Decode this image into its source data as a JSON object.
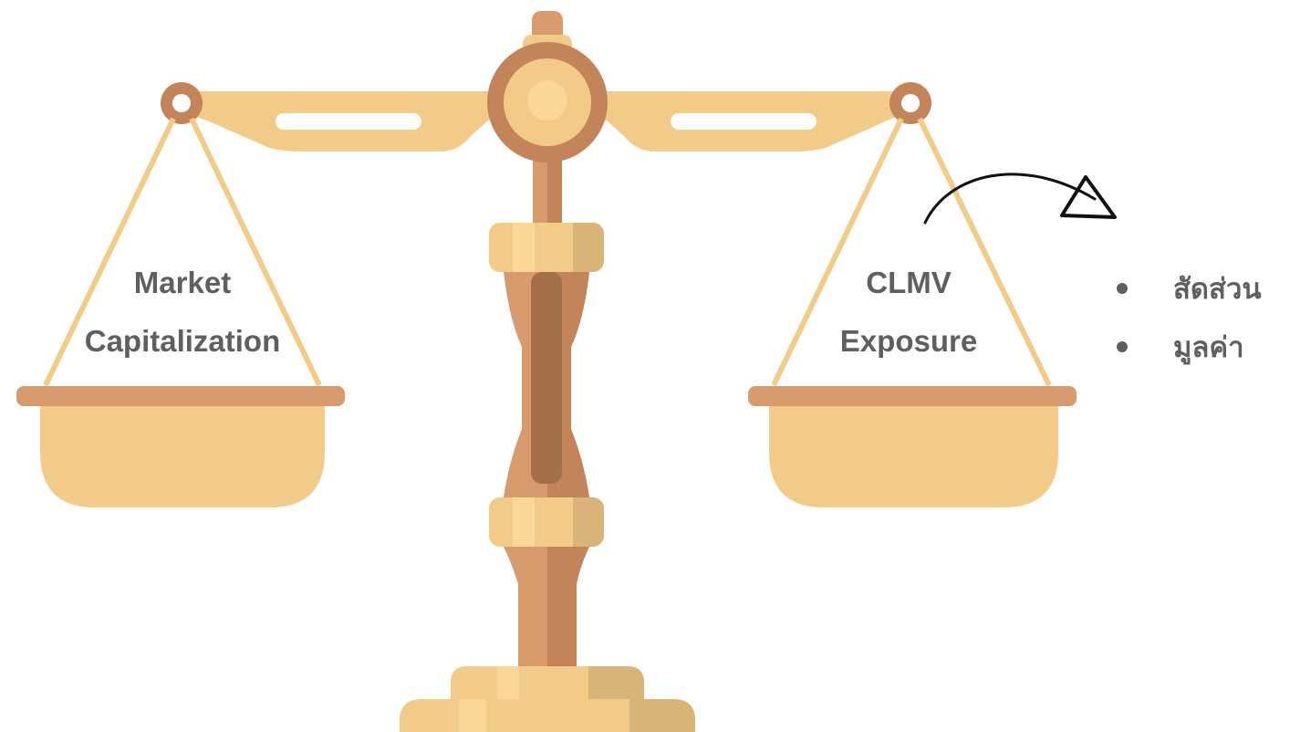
{
  "left_pan": {
    "line1": "Market",
    "line2": "Capitalization"
  },
  "right_pan": {
    "line1": "CLMV",
    "line2": "Exposure"
  },
  "bullets": [
    "สัดส่วน",
    "มูลค่า"
  ],
  "colors": {
    "wood_light": "#f2cb88",
    "wood_highlight": "#fad796",
    "wood_mid": "#d79b6e",
    "wood_dark": "#c4845a",
    "wood_shadow": "#a3704a",
    "label_text": "#5f5f5f",
    "arrow": "#111111"
  },
  "icons": [
    "balance-scale-icon",
    "curved-arrow-icon"
  ]
}
